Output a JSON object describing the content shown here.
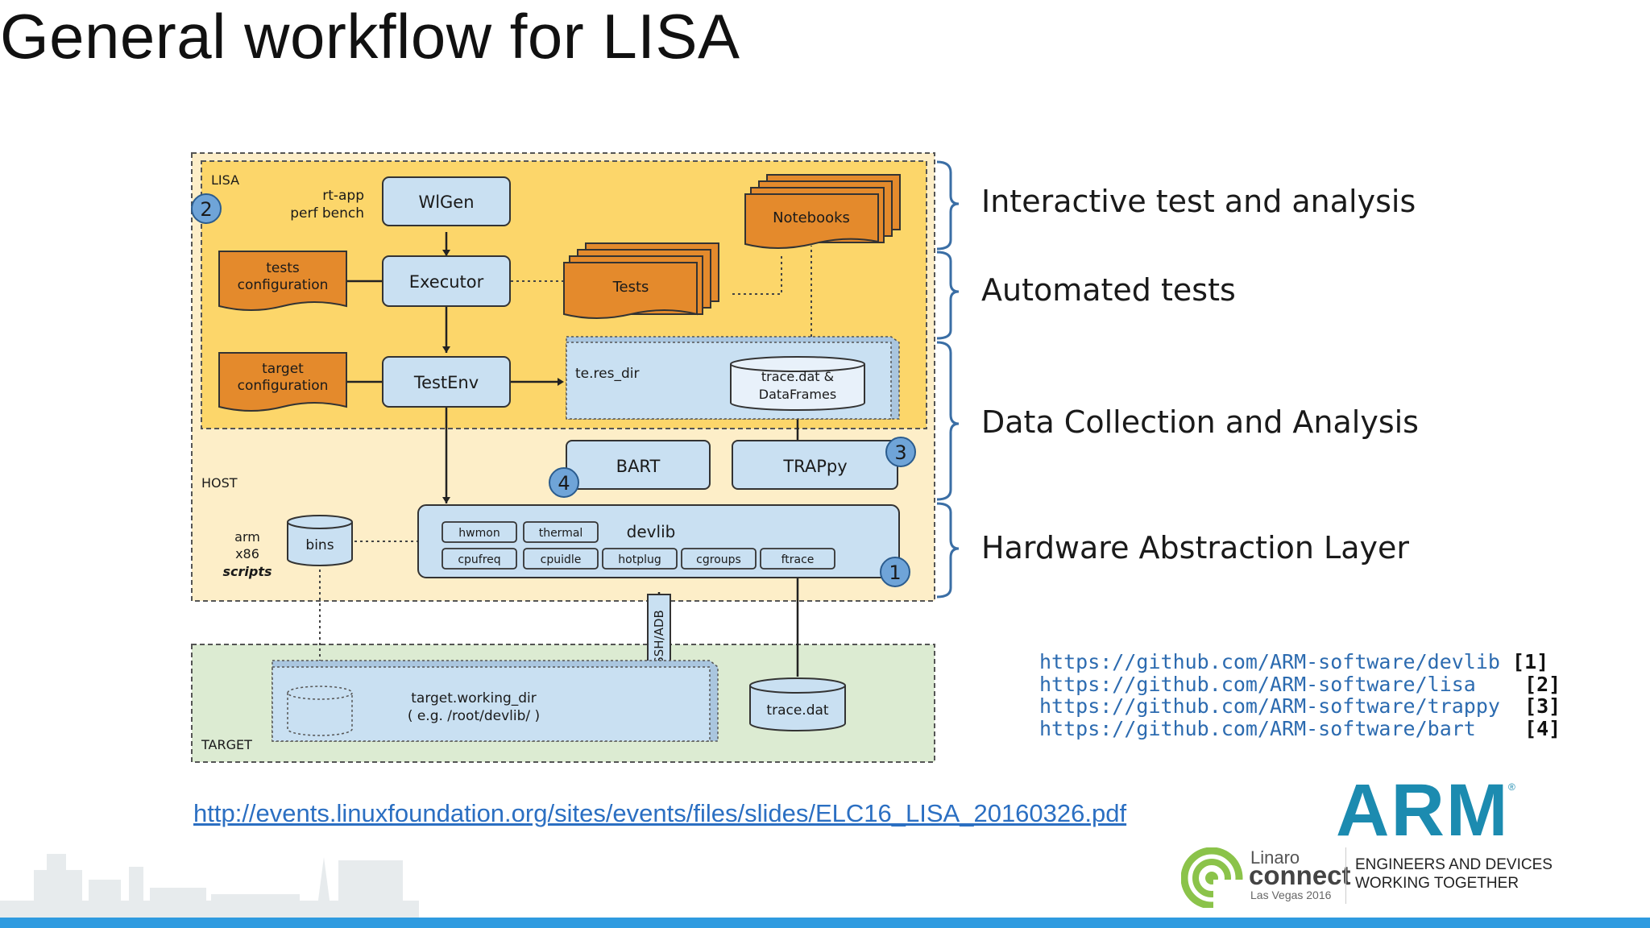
{
  "slide": {
    "title": "General workflow for LISA",
    "source_link": "http://events.linuxfoundation.org/sites/events/files/slides/ELC16_LISA_20160326.pdf"
  },
  "diagram": {
    "regions": {
      "lisa": "LISA",
      "host": "HOST",
      "target": "TARGET"
    },
    "nodes": {
      "rt_app": "rt-app",
      "perf_bench": "perf bench",
      "wlgen": "WlGen",
      "executor": "Executor",
      "testenv": "TestEnv",
      "tests_config_1": "tests",
      "tests_config_2": "configuration",
      "target_config_1": "target",
      "target_config_2": "configuration",
      "notebooks": "Notebooks",
      "tests": "Tests",
      "res_dir": "te.res_dir",
      "trace_frames_1": "trace.dat &",
      "trace_frames_2": "DataFrames",
      "bart": "BART",
      "trappy": "TRAPpy",
      "devlib": "devlib",
      "hwmon": "hwmon",
      "thermal": "thermal",
      "cpufreq": "cpufreq",
      "cpuidle": "cpuidle",
      "hotplug": "hotplug",
      "cgroups": "cgroups",
      "ftrace": "ftrace",
      "arm": "arm",
      "x86": "x86",
      "scripts": "scripts",
      "bins": "bins",
      "ssh_adb": "SSH/ADB",
      "working_dir_1": "target.working_dir",
      "working_dir_2": "( e.g. /root/devlib/ )",
      "trace_dat": "trace.dat"
    },
    "badges": {
      "b1": "1",
      "b2": "2",
      "b3": "3",
      "b4": "4"
    },
    "layers": [
      "Interactive test and analysis",
      "Automated tests",
      "Data Collection and Analysis",
      "Hardware Abstraction Layer"
    ]
  },
  "references": [
    {
      "url": "https://github.com/ARM-software/devlib",
      "num": "[1]"
    },
    {
      "url": "https://github.com/ARM-software/lisa",
      "num": "[2]"
    },
    {
      "url": "https://github.com/ARM-software/trappy",
      "num": "[3]"
    },
    {
      "url": "https://github.com/ARM-software/bart",
      "num": "[4]"
    }
  ],
  "branding": {
    "arm": "ARM",
    "arm_reg": "®",
    "linaro": "Linaro",
    "connect": "connect",
    "event": "Las Vegas 2016",
    "tagline_1": "ENGINEERS AND DEVICES",
    "tagline_2": "WORKING TOGETHER"
  },
  "colors": {
    "lisa_fill": "#fcd66a",
    "host_fill": "#fdeec8",
    "target_fill": "#dcebd2",
    "box_fill": "#c9e0f2",
    "doc_fill": "#e48a2c",
    "accent": "#2f9be0",
    "arm_blue": "#1c8bb0"
  }
}
